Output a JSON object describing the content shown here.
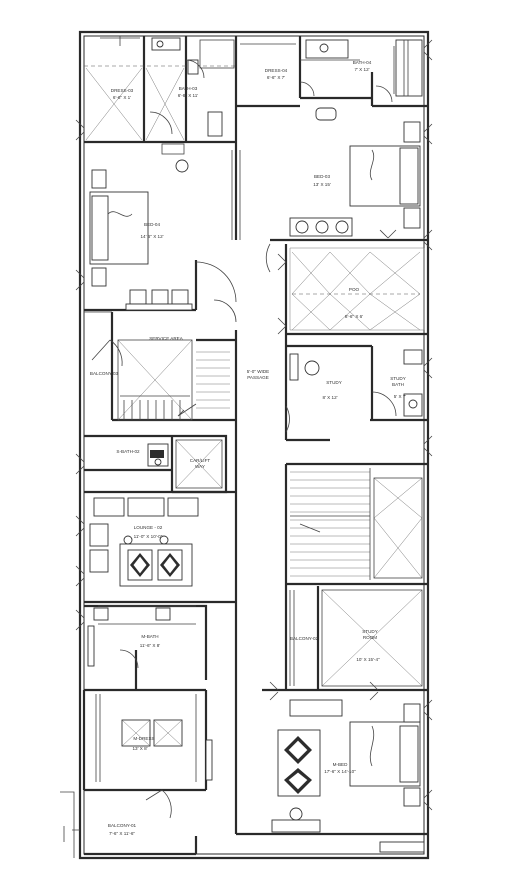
{
  "rooms": {
    "dress_03": {
      "name": "DRESS-03",
      "size": "6'-6\" X 1'"
    },
    "bath_03": {
      "name": "BATH-03",
      "size": "6'-8\" X 11'"
    },
    "dress_04": {
      "name": "DRESS-04",
      "size": "6'-6\" X 7'"
    },
    "bath_04": {
      "name": "BATH-04",
      "size": "7' X 12'"
    },
    "bed_03": {
      "name": "BED-03",
      "size": "13' X 15'"
    },
    "bed_04": {
      "name": "BED-04",
      "size": "14' 6\" X 12'"
    },
    "pooja": {
      "name": "POO",
      "size": "8'-6\" X 6'"
    },
    "service_area": {
      "name": "SERVICE AREA"
    },
    "balcony_03": {
      "name": "BALCONY-03"
    },
    "passage": {
      "line1": "5'-0\" WIDE",
      "line2": "PASSAGE"
    },
    "study": {
      "name": "STUDY",
      "size": "8' X 12'"
    },
    "study_bath": {
      "name": "STUDY",
      "line2": "BATH",
      "size": "5' X 7'"
    },
    "s_bath_02": {
      "name": "S-BATH-02"
    },
    "lift": {
      "name": "CAR/LIFT",
      "line2": "WAY"
    },
    "lounge_02": {
      "name": "LOUNGE - 02",
      "size": "11'-0\" X 10'-0\""
    },
    "m_bath": {
      "name": "M-BATH",
      "size": "11'-6\" X 8'"
    },
    "balcony_02": {
      "name": "BALCONY-02"
    },
    "study_room": {
      "name": "STUDY",
      "line2": "ROOM",
      "size": "10' X 15'-4\""
    },
    "m_dress": {
      "name": "M-DRESS",
      "size": "13' X 8'"
    },
    "m_bed": {
      "name": "M-BED",
      "size": "17'-6\" X 14'-10\""
    },
    "balcony_01": {
      "name": "BALCONY-01",
      "size": "7'-6\" X 11'-6\""
    }
  }
}
